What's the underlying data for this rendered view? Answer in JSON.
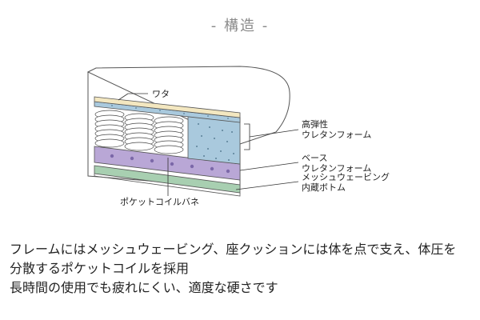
{
  "title": "- 構造 -",
  "labels": {
    "wata": "ワタ",
    "high_elastic_line1": "高弾性",
    "high_elastic_line2": "ウレタンフォーム",
    "base_line1": "ベース",
    "base_line2": "ウレタンフォーム",
    "mesh_line1": "メッシュウェービング",
    "mesh_line2": "内蔵ボトム",
    "pocket_coil": "ポケットコイルバネ"
  },
  "description": {
    "line1": "フレームにはメッシュウェービング、座クッションには体を点で支え、体圧を",
    "line2": "分散するポケットコイルを採用",
    "line3": "長時間の使用でも疲れにくい、適度な硬さです"
  }
}
